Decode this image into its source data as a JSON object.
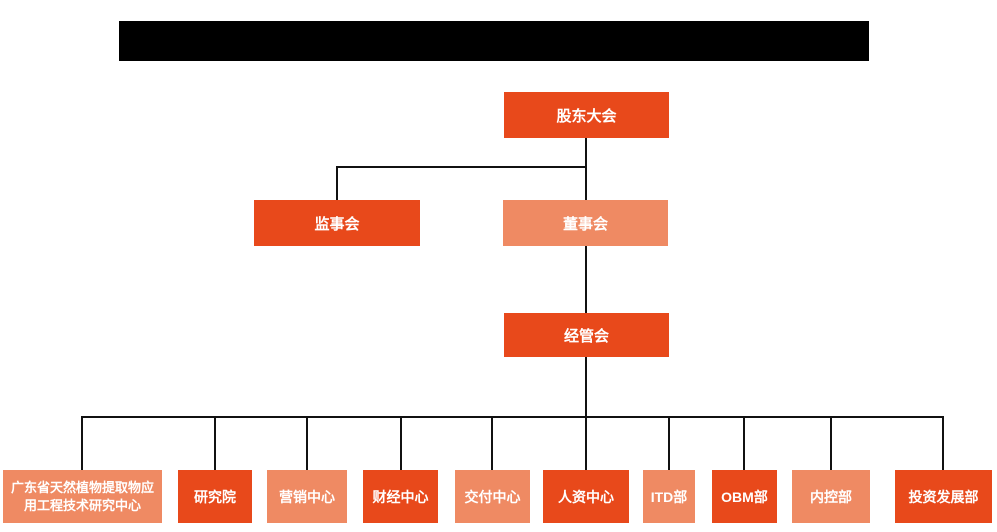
{
  "org_chart": {
    "nodes": {
      "shareholders": "股东大会",
      "supervisory": "监事会",
      "directors": "董事会",
      "management": "经管会"
    },
    "departments": [
      "广东省天然植物提取物应用工程技术研究中心",
      "研究院",
      "营销中心",
      "财经中心",
      "交付中心",
      "人资中心",
      "ITD部",
      "OBM部",
      "内控部",
      "投资发展部"
    ],
    "colors": {
      "primary": "#E8491B",
      "secondary": "#EF8A63",
      "connector": "#111111",
      "redaction": "#000000",
      "text": "#ffffff"
    }
  }
}
